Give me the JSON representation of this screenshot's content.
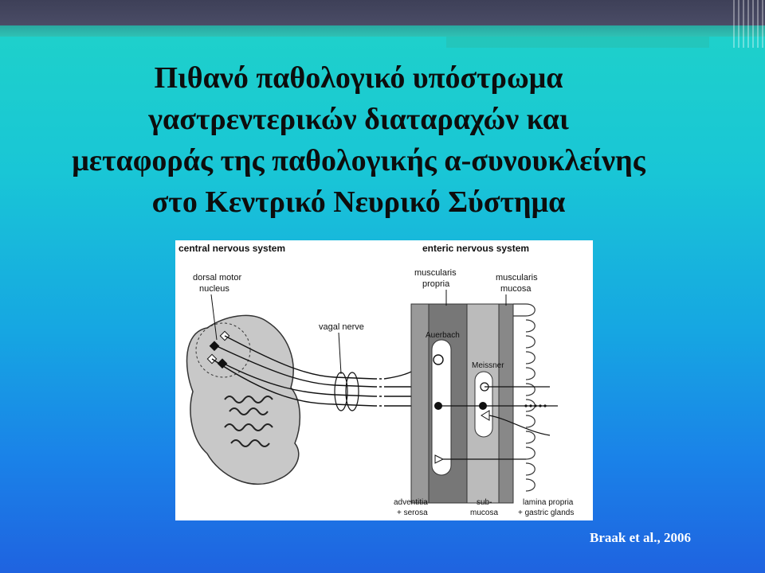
{
  "title": {
    "lines": [
      "Πιθανό παθολογικό υπόστρωμα",
      "γαστρεντερικών διαταραχών και",
      "μεταφοράς της παθολογικής α-συνουκλείνης",
      "στο Κεντρικό Νευρικό Σύστημα"
    ]
  },
  "figure": {
    "cns_heading": "central nervous system",
    "ens_heading": "enteric nervous system",
    "dorsal_motor": [
      "dorsal motor",
      "nucleus"
    ],
    "vagal_nerve": "vagal nerve",
    "auerbach": "Auerbach",
    "meissner": "Meissner",
    "muscularis_propria": [
      "muscularis",
      "propria"
    ],
    "muscularis_mucosa": [
      "muscularis",
      "mucosa"
    ],
    "adventitia": [
      "adventitia",
      "+ serosa"
    ],
    "submucosa": [
      "sub-",
      "mucosa"
    ],
    "lamina_propria": [
      "lamina propria",
      "+ gastric glands"
    ]
  },
  "citation": "Braak et al., 2006"
}
